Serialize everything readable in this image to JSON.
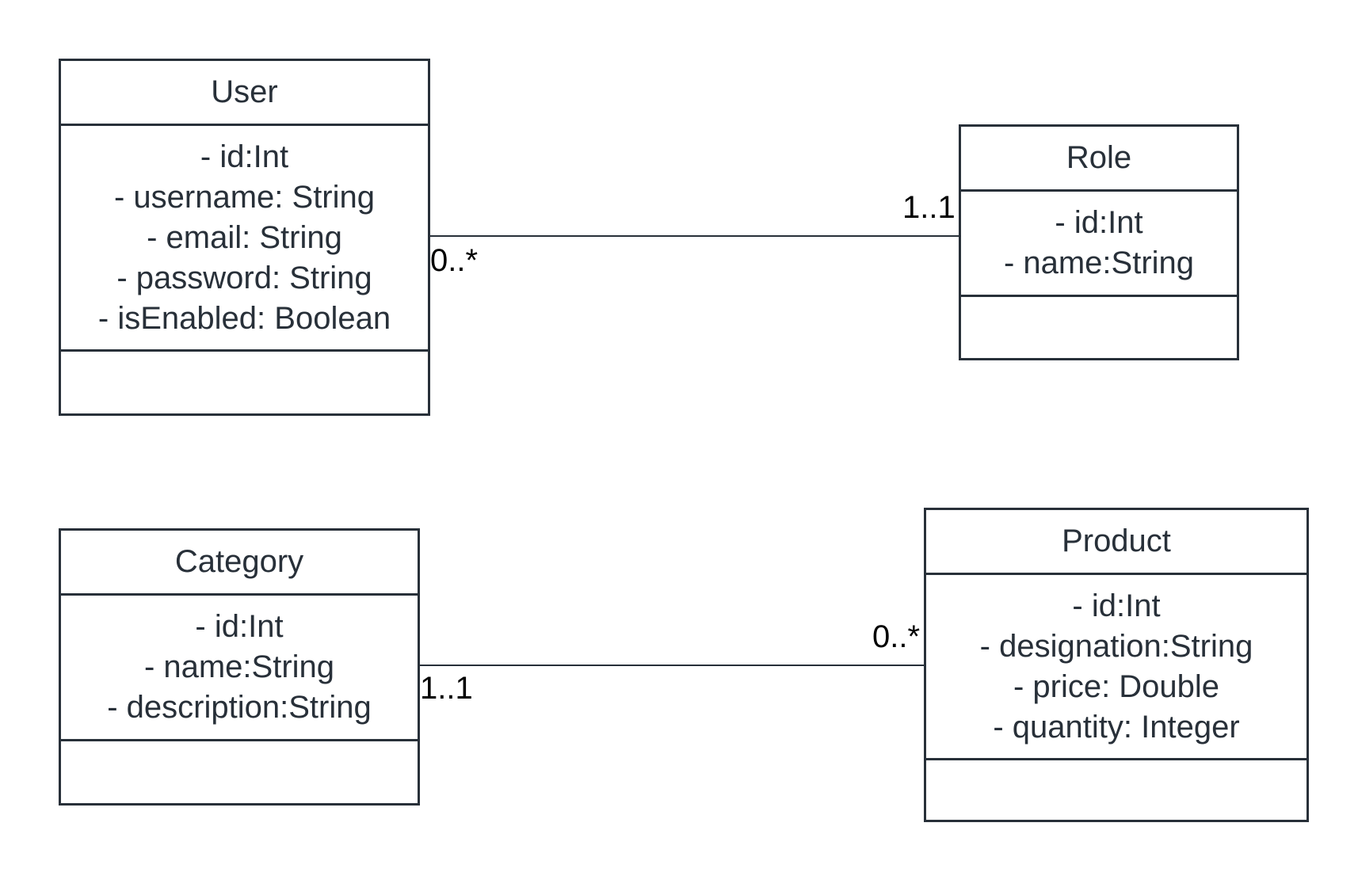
{
  "classes": {
    "user": {
      "name": "User",
      "attributes": [
        "- id:Int",
        "- username: String",
        "- email: String",
        "- password: String",
        "- isEnabled: Boolean"
      ]
    },
    "role": {
      "name": "Role",
      "attributes": [
        "- id:Int",
        "- name:String"
      ]
    },
    "category": {
      "name": "Category",
      "attributes": [
        "- id:Int",
        "- name:String",
        "- description:String"
      ]
    },
    "product": {
      "name": "Product",
      "attributes": [
        "- id:Int",
        "- designation:String",
        "- price: Double",
        "- quantity: Integer"
      ]
    }
  },
  "associations": {
    "user_role": {
      "user_end": "0..*",
      "role_end": "1..1"
    },
    "category_product": {
      "category_end": "1..1",
      "product_end": "0..*"
    }
  },
  "colors": {
    "stroke": "#283039",
    "text": "#283039",
    "multiplicity": "#000000",
    "background": "#ffffff"
  }
}
